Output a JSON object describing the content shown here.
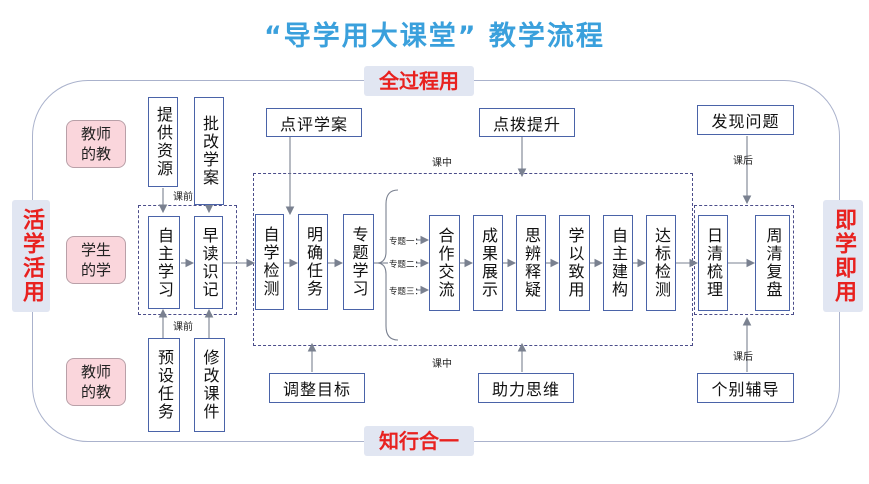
{
  "title": "“导学用大课堂” 教学流程",
  "banners": {
    "top": "全过程用",
    "bottom": "知行合一",
    "left": "活学活用",
    "right": "即学即用"
  },
  "roles": {
    "teacher_top": "教师的教",
    "student": "学生的学",
    "teacher_bottom": "教师的教"
  },
  "pre_class": {
    "label_top": "课前",
    "label_bottom": "课前",
    "teacher_top": [
      "提供资源",
      "批改学案"
    ],
    "student": [
      "自主学习",
      "早读识记"
    ],
    "teacher_bottom": [
      "预设任务",
      "修改课件"
    ]
  },
  "in_class": {
    "label_top": "课中",
    "label_bottom": "课中",
    "teacher_top": [
      "点评学案",
      "点拨提升"
    ],
    "steps": [
      "自学检测",
      "明确任务",
      "专题学习"
    ],
    "topics": [
      "专题一：",
      "专题二：",
      "专题三："
    ],
    "activities": [
      "合作交流",
      "成果展示",
      "思辨释疑",
      "学以致用",
      "自主建构",
      "达标检测"
    ],
    "teacher_bottom": [
      "调整目标",
      "助力思维"
    ]
  },
  "after_class": {
    "label_top": "课后",
    "label_bottom": "课后",
    "teacher_top": "发现问题",
    "steps": [
      "日清梳理",
      "周清复盘"
    ],
    "teacher_bottom": "个别辅导"
  }
}
